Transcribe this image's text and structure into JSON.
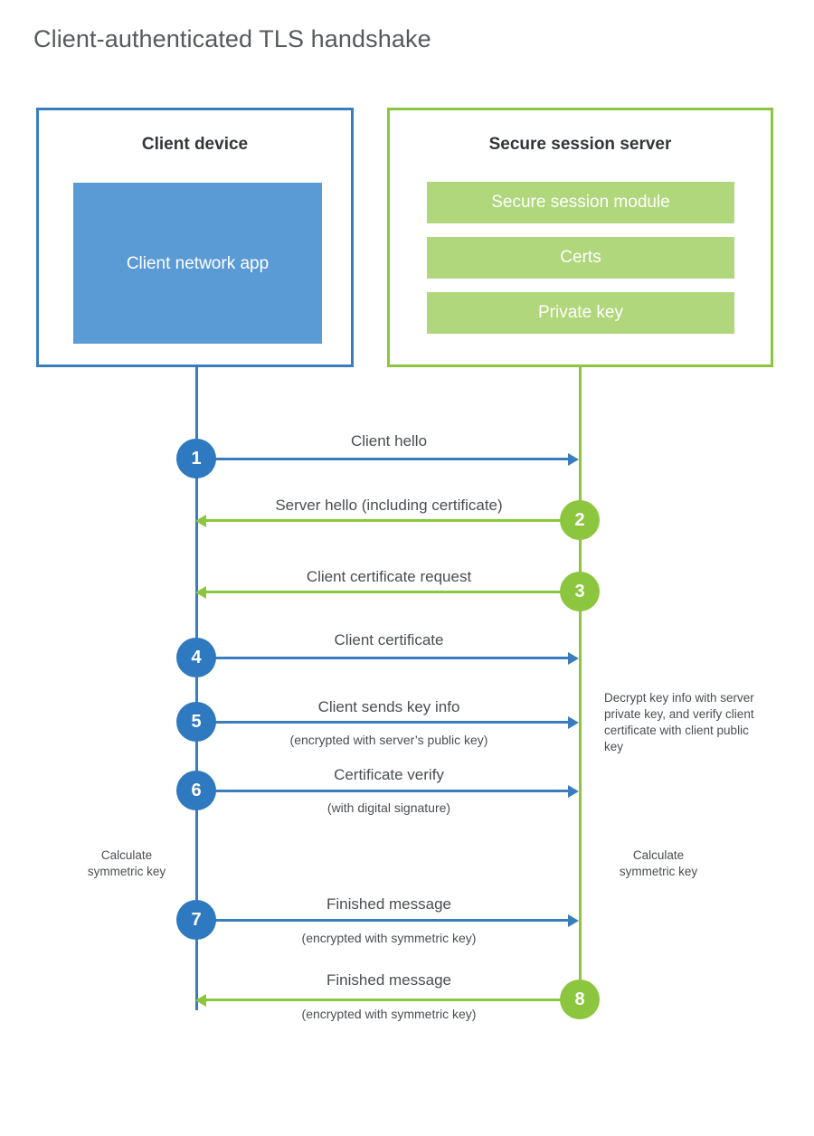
{
  "title": "Client-authenticated TLS handshake",
  "colors": {
    "client_border": "#3a7dbf",
    "client_fill": "#5b9bd5",
    "server_border": "#8cc63e",
    "server_fill": "#b0d77c",
    "step_blue": "#2e79c0",
    "step_green": "#8cc63e",
    "text": "#4a4e51",
    "title_text": "#565a5c",
    "background": "#ffffff"
  },
  "client": {
    "title": "Client device",
    "app_label": "Client network app"
  },
  "server": {
    "title": "Secure session server",
    "items": [
      {
        "label": "Secure session module"
      },
      {
        "label": "Certs"
      },
      {
        "label": "Private key"
      }
    ]
  },
  "steps": [
    {
      "number": "1",
      "label": "Client hello",
      "sublabel": "",
      "direction": "client-to-server",
      "color": "blue"
    },
    {
      "number": "2",
      "label": "Server hello (including certificate)",
      "sublabel": "",
      "direction": "server-to-client",
      "color": "green"
    },
    {
      "number": "3",
      "label": "Client certificate request",
      "sublabel": "",
      "direction": "server-to-client",
      "color": "green"
    },
    {
      "number": "4",
      "label": "Client certificate",
      "sublabel": "",
      "direction": "client-to-server",
      "color": "blue"
    },
    {
      "number": "5",
      "label": "Client sends key info",
      "sublabel": "(encrypted with server’s public key)",
      "direction": "client-to-server",
      "color": "blue"
    },
    {
      "number": "6",
      "label": "Certificate verify",
      "sublabel": "(with digital signature)",
      "direction": "client-to-server",
      "color": "blue"
    },
    {
      "number": "7",
      "label": "Finished message",
      "sublabel": "(encrypted with symmetric key)",
      "direction": "client-to-server",
      "color": "blue"
    },
    {
      "number": "8",
      "label": "Finished message",
      "sublabel": "(encrypted with symmetric key)",
      "direction": "server-to-client",
      "color": "green"
    }
  ],
  "notes": {
    "server_decrypt": "Decrypt key info with server private key, and verify client certificate with client public key",
    "client_calculate": "Calculate symmetric key",
    "server_calculate": "Calculate symmetric key"
  }
}
